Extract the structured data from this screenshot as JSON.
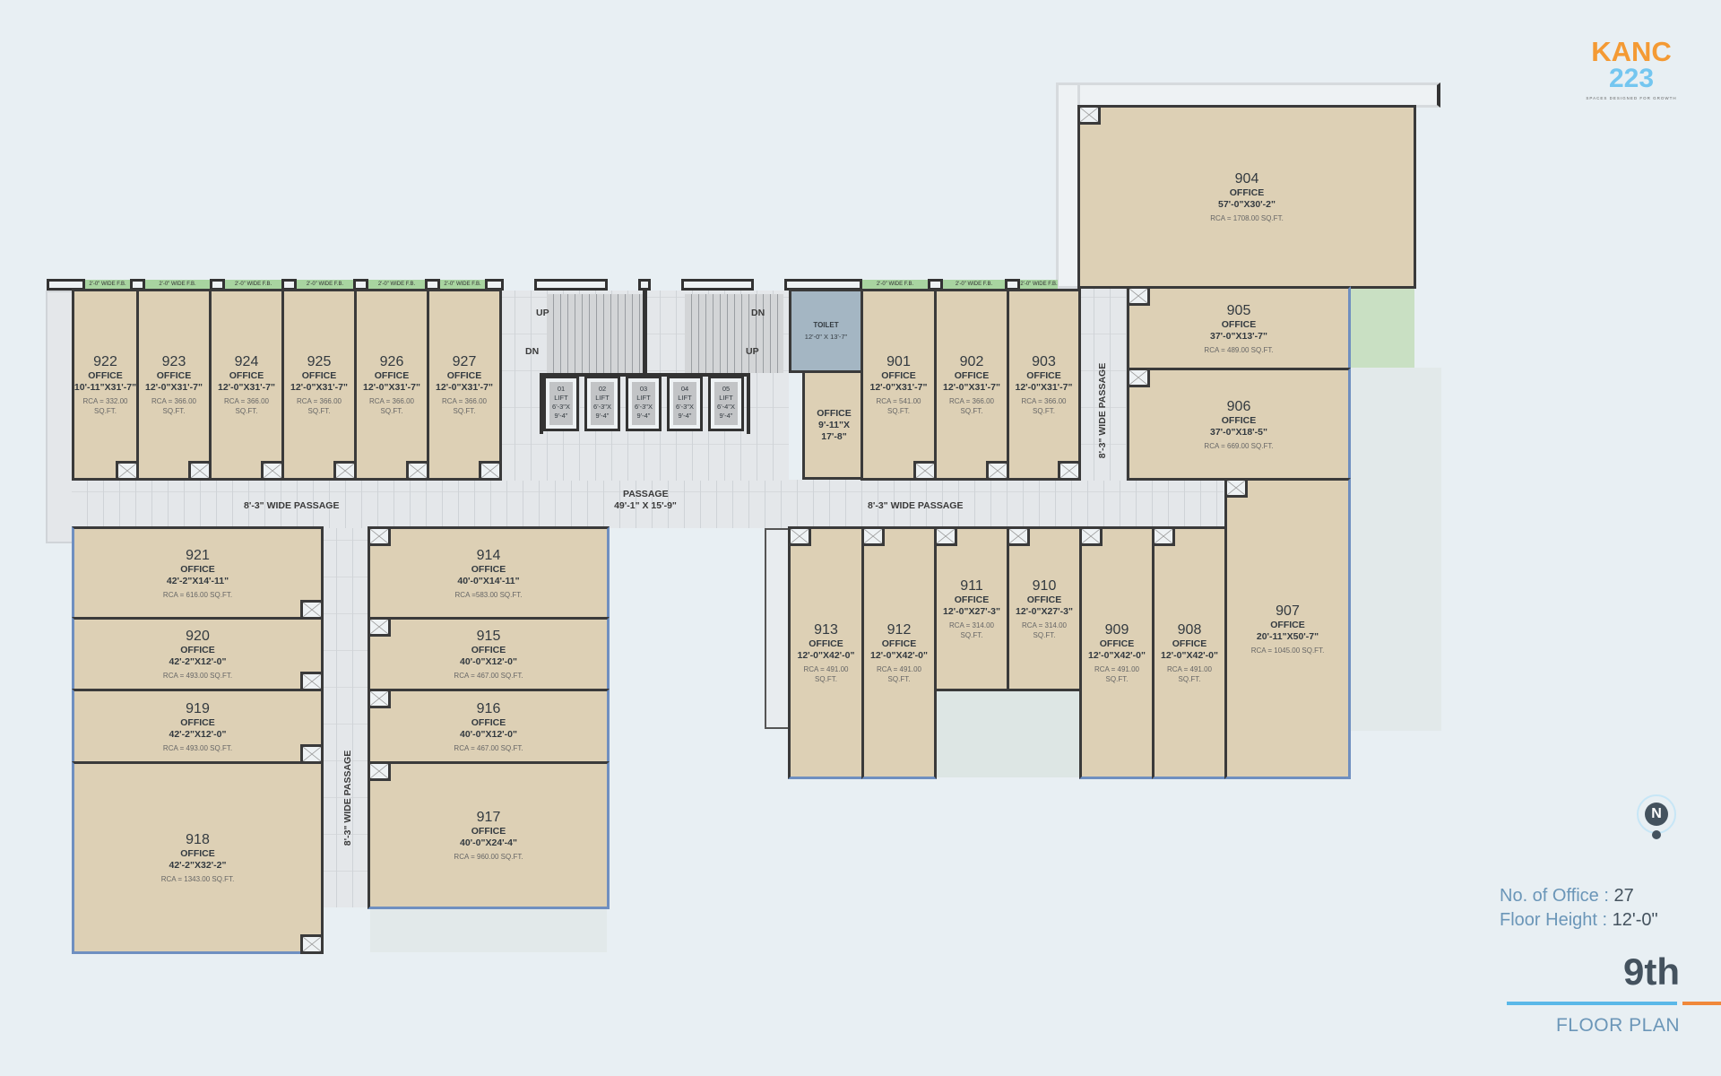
{
  "brand": {
    "name": "KANC",
    "number": "223",
    "tagline": "SPACES DESIGNED FOR GROWTH",
    "orange": "#f49a34",
    "blue": "#74c6f0"
  },
  "fb_label": "2'-0\" WIDE F.B.",
  "passages": {
    "left": "8'-3\" WIDE PASSAGE",
    "right": "8'-3\" WIDE PASSAGE",
    "vertical_left": "8'-3\" WIDE PASSAGE",
    "vertical_right": "8'-3\" WIDE PASSAGE",
    "central": "PASSAGE",
    "central_dims": "49'-1\" X 15'-9\""
  },
  "stairs": {
    "up": "UP",
    "dn": "DN"
  },
  "lifts": [
    {
      "no": "01",
      "type": "LIFT",
      "dims": "6'-3\"X 9'-4\""
    },
    {
      "no": "02",
      "type": "LIFT",
      "dims": "6'-3\"X 9'-4\""
    },
    {
      "no": "03",
      "type": "LIFT",
      "dims": "6'-3\"X 9'-4\""
    },
    {
      "no": "04",
      "type": "LIFT",
      "dims": "6'-3\"X 9'-4\""
    },
    {
      "no": "05",
      "type": "LIFT",
      "dims": "6'-4\"X 9'-4\""
    }
  ],
  "toilet": {
    "name": "TOILET",
    "dims": "12'-0\" X 13'-7\""
  },
  "small_office": {
    "type": "OFFICE",
    "dims": "9'-11\"X 17'-8\""
  },
  "rooms": {
    "u922": {
      "num": "922",
      "type": "OFFICE",
      "dims": "10'-11\"X31'-7\"",
      "rca": "RCA = 332.00 SQ.FT."
    },
    "u923": {
      "num": "923",
      "type": "OFFICE",
      "dims": "12'-0\"X31'-7\"",
      "rca": "RCA = 366.00 SQ.FT."
    },
    "u924": {
      "num": "924",
      "type": "OFFICE",
      "dims": "12'-0\"X31'-7\"",
      "rca": "RCA = 366.00 SQ.FT."
    },
    "u925": {
      "num": "925",
      "type": "OFFICE",
      "dims": "12'-0\"X31'-7\"",
      "rca": "RCA = 366.00 SQ.FT."
    },
    "u926": {
      "num": "926",
      "type": "OFFICE",
      "dims": "12'-0\"X31'-7\"",
      "rca": "RCA = 366.00 SQ.FT."
    },
    "u927": {
      "num": "927",
      "type": "OFFICE",
      "dims": "12'-0\"X31'-7\"",
      "rca": "RCA = 366.00 SQ.FT."
    },
    "u921": {
      "num": "921",
      "type": "OFFICE",
      "dims": "42'-2\"X14'-11\"",
      "rca": "RCA = 616.00 SQ.FT."
    },
    "u920": {
      "num": "920",
      "type": "OFFICE",
      "dims": "42'-2\"X12'-0\"",
      "rca": "RCA = 493.00 SQ.FT."
    },
    "u919": {
      "num": "919",
      "type": "OFFICE",
      "dims": "42'-2\"X12'-0\"",
      "rca": "RCA = 493.00 SQ.FT."
    },
    "u918": {
      "num": "918",
      "type": "OFFICE",
      "dims": "42'-2\"X32'-2\"",
      "rca": "RCA = 1343.00 SQ.FT."
    },
    "u914": {
      "num": "914",
      "type": "OFFICE",
      "dims": "40'-0\"X14'-11\"",
      "rca": "RCA =583.00 SQ.FT."
    },
    "u915": {
      "num": "915",
      "type": "OFFICE",
      "dims": "40'-0\"X12'-0\"",
      "rca": "RCA = 467.00 SQ.FT."
    },
    "u916": {
      "num": "916",
      "type": "OFFICE",
      "dims": "40'-0\"X12'-0\"",
      "rca": "RCA = 467.00 SQ.FT."
    },
    "u917": {
      "num": "917",
      "type": "OFFICE",
      "dims": "40'-0\"X24'-4\"",
      "rca": "RCA = 960.00 SQ.FT."
    },
    "u901": {
      "num": "901",
      "type": "OFFICE",
      "dims": "12'-0\"X31'-7\"",
      "rca": "RCA = 541.00 SQ.FT."
    },
    "u902": {
      "num": "902",
      "type": "OFFICE",
      "dims": "12'-0\"X31'-7\"",
      "rca": "RCA = 366.00 SQ.FT."
    },
    "u903": {
      "num": "903",
      "type": "OFFICE",
      "dims": "12'-0\"X31'-7\"",
      "rca": "RCA = 366.00 SQ.FT."
    },
    "u904": {
      "num": "904",
      "type": "OFFICE",
      "dims": "57'-0\"X30'-2\"",
      "rca": "RCA = 1708.00 SQ.FT."
    },
    "u905": {
      "num": "905",
      "type": "OFFICE",
      "dims": "37'-0\"X13'-7\"",
      "rca": "RCA = 489.00 SQ.FT."
    },
    "u906": {
      "num": "906",
      "type": "OFFICE",
      "dims": "37'-0\"X18'-5\"",
      "rca": "RCA = 669.00 SQ.FT."
    },
    "u913": {
      "num": "913",
      "type": "OFFICE",
      "dims": "12'-0\"X42'-0\"",
      "rca": "RCA = 491.00 SQ.FT."
    },
    "u912": {
      "num": "912",
      "type": "OFFICE",
      "dims": "12'-0\"X42'-0\"",
      "rca": "RCA = 491.00 SQ.FT."
    },
    "u911": {
      "num": "911",
      "type": "OFFICE",
      "dims": "12'-0\"X27'-3\"",
      "rca": "RCA = 314.00 SQ.FT."
    },
    "u910": {
      "num": "910",
      "type": "OFFICE",
      "dims": "12'-0\"X27'-3\"",
      "rca": "RCA = 314.00 SQ.FT."
    },
    "u909": {
      "num": "909",
      "type": "OFFICE",
      "dims": "12'-0\"X42'-0\"",
      "rca": "RCA = 491.00 SQ.FT."
    },
    "u908": {
      "num": "908",
      "type": "OFFICE",
      "dims": "12'-0\"X42'-0\"",
      "rca": "RCA = 491.00 SQ.FT."
    },
    "u907": {
      "num": "907",
      "type": "OFFICE",
      "dims": "20'-11\"X50'-7\"",
      "rca": "RCA = 1045.00 SQ.FT."
    }
  },
  "info": {
    "offices_label": "No. of Office :",
    "offices_value": "27",
    "height_label": "Floor Height :",
    "height_value": "12'-0\"",
    "floor": "9th",
    "plan_label": "FLOOR PLAN",
    "compass": "N"
  }
}
